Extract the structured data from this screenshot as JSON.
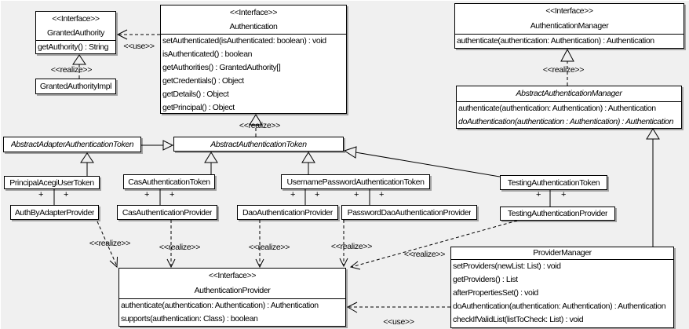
{
  "diagram_type": "UML class diagram",
  "colors": {
    "background": "#f0f0f0",
    "box_fill": "#ffffff",
    "line": "#000000",
    "shadow": "#a2a2a2"
  },
  "labels": {
    "realize": "<<realize>>",
    "use": "<<use>>",
    "plus": "+"
  },
  "classes": {
    "granted_authority": {
      "stereotype": "<<Interface>>",
      "name": "GrantedAuthority",
      "methods": [
        "getAuthority() : String"
      ]
    },
    "granted_authority_impl": {
      "name": "GrantedAuthorityImpl"
    },
    "authentication": {
      "stereotype": "<<Interface>>",
      "name": "Authentication",
      "methods": [
        "setAuthenticated(isAuthenticated: boolean) : void",
        "isAuthenticated() : boolean",
        "getAuthorities() : GrantedAuthority[]",
        "getCredentials() : Object",
        "getDetails() : Object",
        "getPrincipal() : Object"
      ]
    },
    "authentication_manager": {
      "stereotype": "<<Interface>>",
      "name": "AuthenticationManager",
      "methods": [
        "authenticate(authentication: Authentication) : Authentication"
      ]
    },
    "abstract_authentication_manager": {
      "name": "AbstractAuthenticationManager",
      "methods": [
        "authenticate(authentication: Authentication) : Authentication",
        "doAuthentication(authentication : Authentication) : Authentication"
      ]
    },
    "abstract_adapter_authentication_token": {
      "name": "AbstractAdapterAuthenticationToken"
    },
    "abstract_authentication_token": {
      "name": "AbstractAuthenticationToken"
    },
    "principal_acegi_user_token": {
      "name": "PrincipalAcegiUserToken"
    },
    "cas_authentication_token": {
      "name": "CasAuthenticationToken"
    },
    "username_password_authentication_token": {
      "name": "UsernamePasswordAuthenticationToken"
    },
    "testing_authentication_token": {
      "name": "TestingAuthenticationToken"
    },
    "auth_by_adapter_provider": {
      "name": "AuthByAdapterProvider"
    },
    "cas_authentication_provider": {
      "name": "CasAuthenticationProvider"
    },
    "dao_authentication_provider": {
      "name": "DaoAuthenticationProvider"
    },
    "password_dao_authentication_provider": {
      "name": "PasswordDaoAuthenticationProvider"
    },
    "testing_authentication_provider": {
      "name": "TestingAuthenticationProvider"
    },
    "authentication_provider": {
      "stereotype": "<<Interface>>",
      "name": "AuthenticationProvider",
      "methods": [
        "authenticate(authentication: Authentication) : Authentication",
        "supports(authentication: Class) : boolean"
      ]
    },
    "provider_manager": {
      "name": "ProviderManager",
      "methods": [
        "setProviders(newList: List) : void",
        "getProviders() : List",
        "afterPropertiesSet() : void",
        "doAuthentication(authentication: Authentication) : Authentication",
        "checkIfValidList(listToCheck: List) : void"
      ]
    }
  }
}
